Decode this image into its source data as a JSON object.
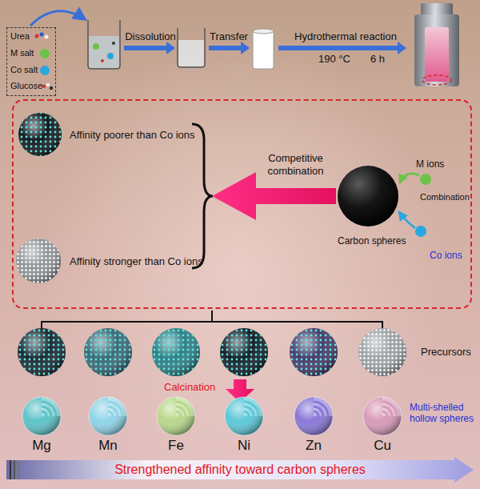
{
  "diagram": {
    "nodes": [
      {
        "text": [
          "Urea",
          "M salt",
          "Co salt",
          "Glucose"
        ]
      },
      {
        "text": [
          "Affinity poorer than Co ions",
          "Affinity stronger than Co ions",
          "Competitive combination",
          "M ions",
          "Combination",
          "Carbon spheres",
          "Co ions"
        ]
      },
      {
        "text": [
          "Strengthened affinity toward carbon spheres"
        ]
      }
    ],
    "labels": [
      "Dissolution",
      "Transfer",
      "Hydrothermal reaction",
      "190 °C",
      "6 h",
      "Precursors",
      "Calcination",
      "Mg",
      "Mn",
      "Fe",
      "Ni",
      "Zn",
      "Cu",
      "Multi-shelled hollow spheres"
    ]
  }
}
